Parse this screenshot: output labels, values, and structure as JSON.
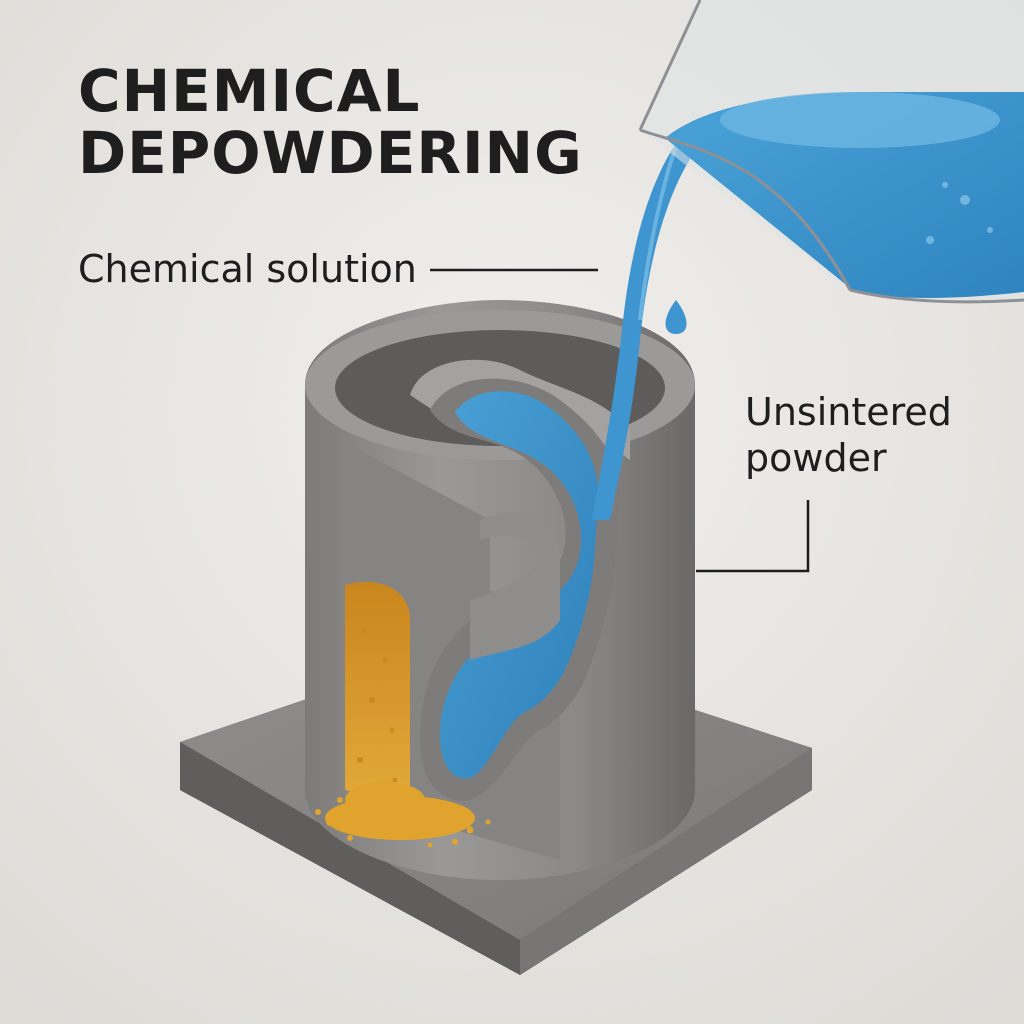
{
  "title": {
    "line1": "CHEMICAL",
    "line2": "DEPOWDERING"
  },
  "labels": {
    "solution": "Chemical solution",
    "powder_line1": "Unsintered",
    "powder_line2": "powder"
  },
  "colors": {
    "background": "#ebe9e6",
    "metal": "#8d8c8a",
    "metal_dark": "#6b6a68",
    "metal_light": "#a9a8a6",
    "liquid": "#3d93cd",
    "liquid_light": "#6cb3df",
    "powder": "#e0a42e",
    "text": "#1e1e1e"
  }
}
